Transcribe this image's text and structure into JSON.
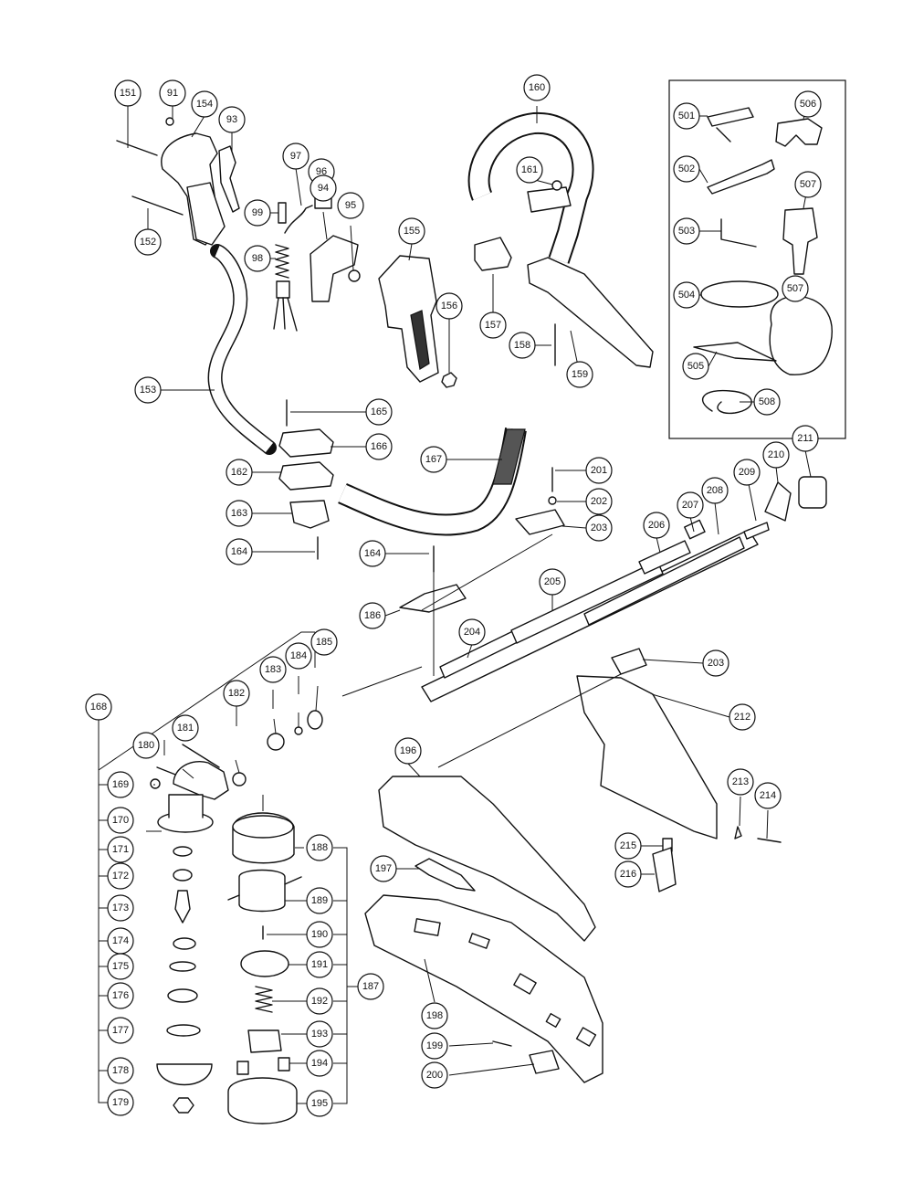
{
  "labels": {
    "l151": "151",
    "l91": "91",
    "l154": "154",
    "l93": "93",
    "l152": "152",
    "l97": "97",
    "l96": "96",
    "l94": "94",
    "l95": "95",
    "l99": "99",
    "l98": "98",
    "l155": "155",
    "l156": "156",
    "l153": "153",
    "l160": "160",
    "l161": "161",
    "l157": "157",
    "l158": "158",
    "l159": "159",
    "l501": "501",
    "l506": "506",
    "l502": "502",
    "l507a": "507",
    "l503": "503",
    "l504": "504",
    "l507b": "507",
    "l505": "505",
    "l508": "508",
    "l165": "165",
    "l166": "166",
    "l162": "162",
    "l163": "163",
    "l164a": "164",
    "l167": "167",
    "l164b": "164",
    "l186": "186",
    "l201": "201",
    "l202": "202",
    "l203a": "203",
    "l206": "206",
    "l207": "207",
    "l208": "208",
    "l209": "209",
    "l210": "210",
    "l211": "211",
    "l205": "205",
    "l204": "204",
    "l203b": "203",
    "l212": "212",
    "l168": "168",
    "l182": "182",
    "l183": "183",
    "l184": "184",
    "l185": "185",
    "l181": "181",
    "l180": "180",
    "l169": "169",
    "l170": "170",
    "l171": "171",
    "l172": "172",
    "l173": "173",
    "l174": "174",
    "l175": "175",
    "l176": "176",
    "l177": "177",
    "l178": "178",
    "l179": "179",
    "l188": "188",
    "l189": "189",
    "l190": "190",
    "l191": "191",
    "l192": "192",
    "l193": "193",
    "l194": "194",
    "l195": "195",
    "l187": "187",
    "l196": "196",
    "l197": "197",
    "l198": "198",
    "l199": "199",
    "l200": "200",
    "l213": "213",
    "l214": "214",
    "l215": "215",
    "l216": "216"
  }
}
